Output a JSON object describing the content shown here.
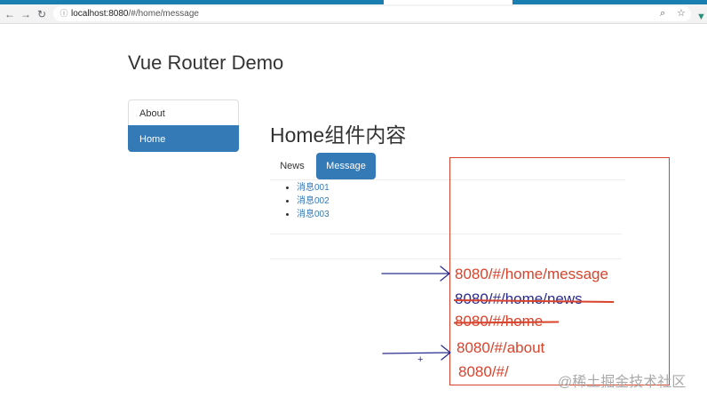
{
  "browser": {
    "url_host": "localhost:8080",
    "url_path": "/#/home/message",
    "back_icon": "←",
    "forward_icon": "→",
    "reload_icon": "↻",
    "lock_icon": "ⓘ",
    "zoom_icon": "⌕",
    "star_icon": "☆",
    "extension_icon": "▼"
  },
  "page": {
    "title": "Vue Router Demo"
  },
  "sidebar": {
    "items": [
      {
        "label": "About",
        "active": false
      },
      {
        "label": "Home",
        "active": true
      }
    ]
  },
  "home": {
    "title": "Home组件内容",
    "tabs": [
      {
        "label": "News",
        "active": false
      },
      {
        "label": "Message",
        "active": true
      }
    ],
    "messages": [
      "消息001",
      "消息002",
      "消息003"
    ]
  },
  "annotations": {
    "routes": [
      {
        "text": "8080/#/home/message",
        "struck": false
      },
      {
        "text": "8080/#/home/news",
        "struck": true
      },
      {
        "text": "8080/#/home",
        "struck": true
      },
      {
        "text": "8080/#/about",
        "struck": false
      },
      {
        "text": "8080/#/",
        "struck": false
      }
    ],
    "plus_mark": "+"
  },
  "watermark": "@稀土掘金技术社区",
  "colors": {
    "primary": "#337ab7",
    "annotation_red": "#d9432c",
    "annotation_blue": "#2b2c8f",
    "top_strip": "#1a7fb0"
  }
}
